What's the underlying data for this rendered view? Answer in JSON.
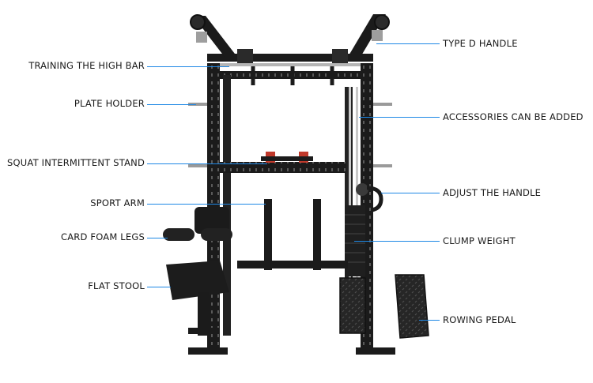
{
  "labels_left": [
    {
      "id": "training-the-high-bar",
      "text": "TRAINING THE HIGH BAR"
    },
    {
      "id": "plate-holder",
      "text": "PLATE HOLDER"
    },
    {
      "id": "squat-intermittent-stand",
      "text": "SQUAT INTERMITTENT STAND"
    },
    {
      "id": "sport-arm",
      "text": "SPORT ARM"
    },
    {
      "id": "card-foam-legs",
      "text": "CARD FOAM LEGS"
    },
    {
      "id": "flat-stool",
      "text": "FLAT STOOL"
    }
  ],
  "labels_right": [
    {
      "id": "type-d-handle",
      "text": "TYPE D HANDLE"
    },
    {
      "id": "accessories-can-be-added",
      "text": "ACCESSORIES CAN BE ADDED"
    },
    {
      "id": "adjust-the-handle",
      "text": "ADJUST THE HANDLE"
    },
    {
      "id": "clump-weight",
      "text": "CLUMP WEIGHT"
    },
    {
      "id": "rowing-pedal",
      "text": "ROWING PEDAL"
    }
  ],
  "colors": {
    "leader": "#1e88e5",
    "frame": "#1b1b1b",
    "frame_hi": "#3a3a3a",
    "accent_red": "#c0392b",
    "chrome": "#b5b5b5"
  }
}
